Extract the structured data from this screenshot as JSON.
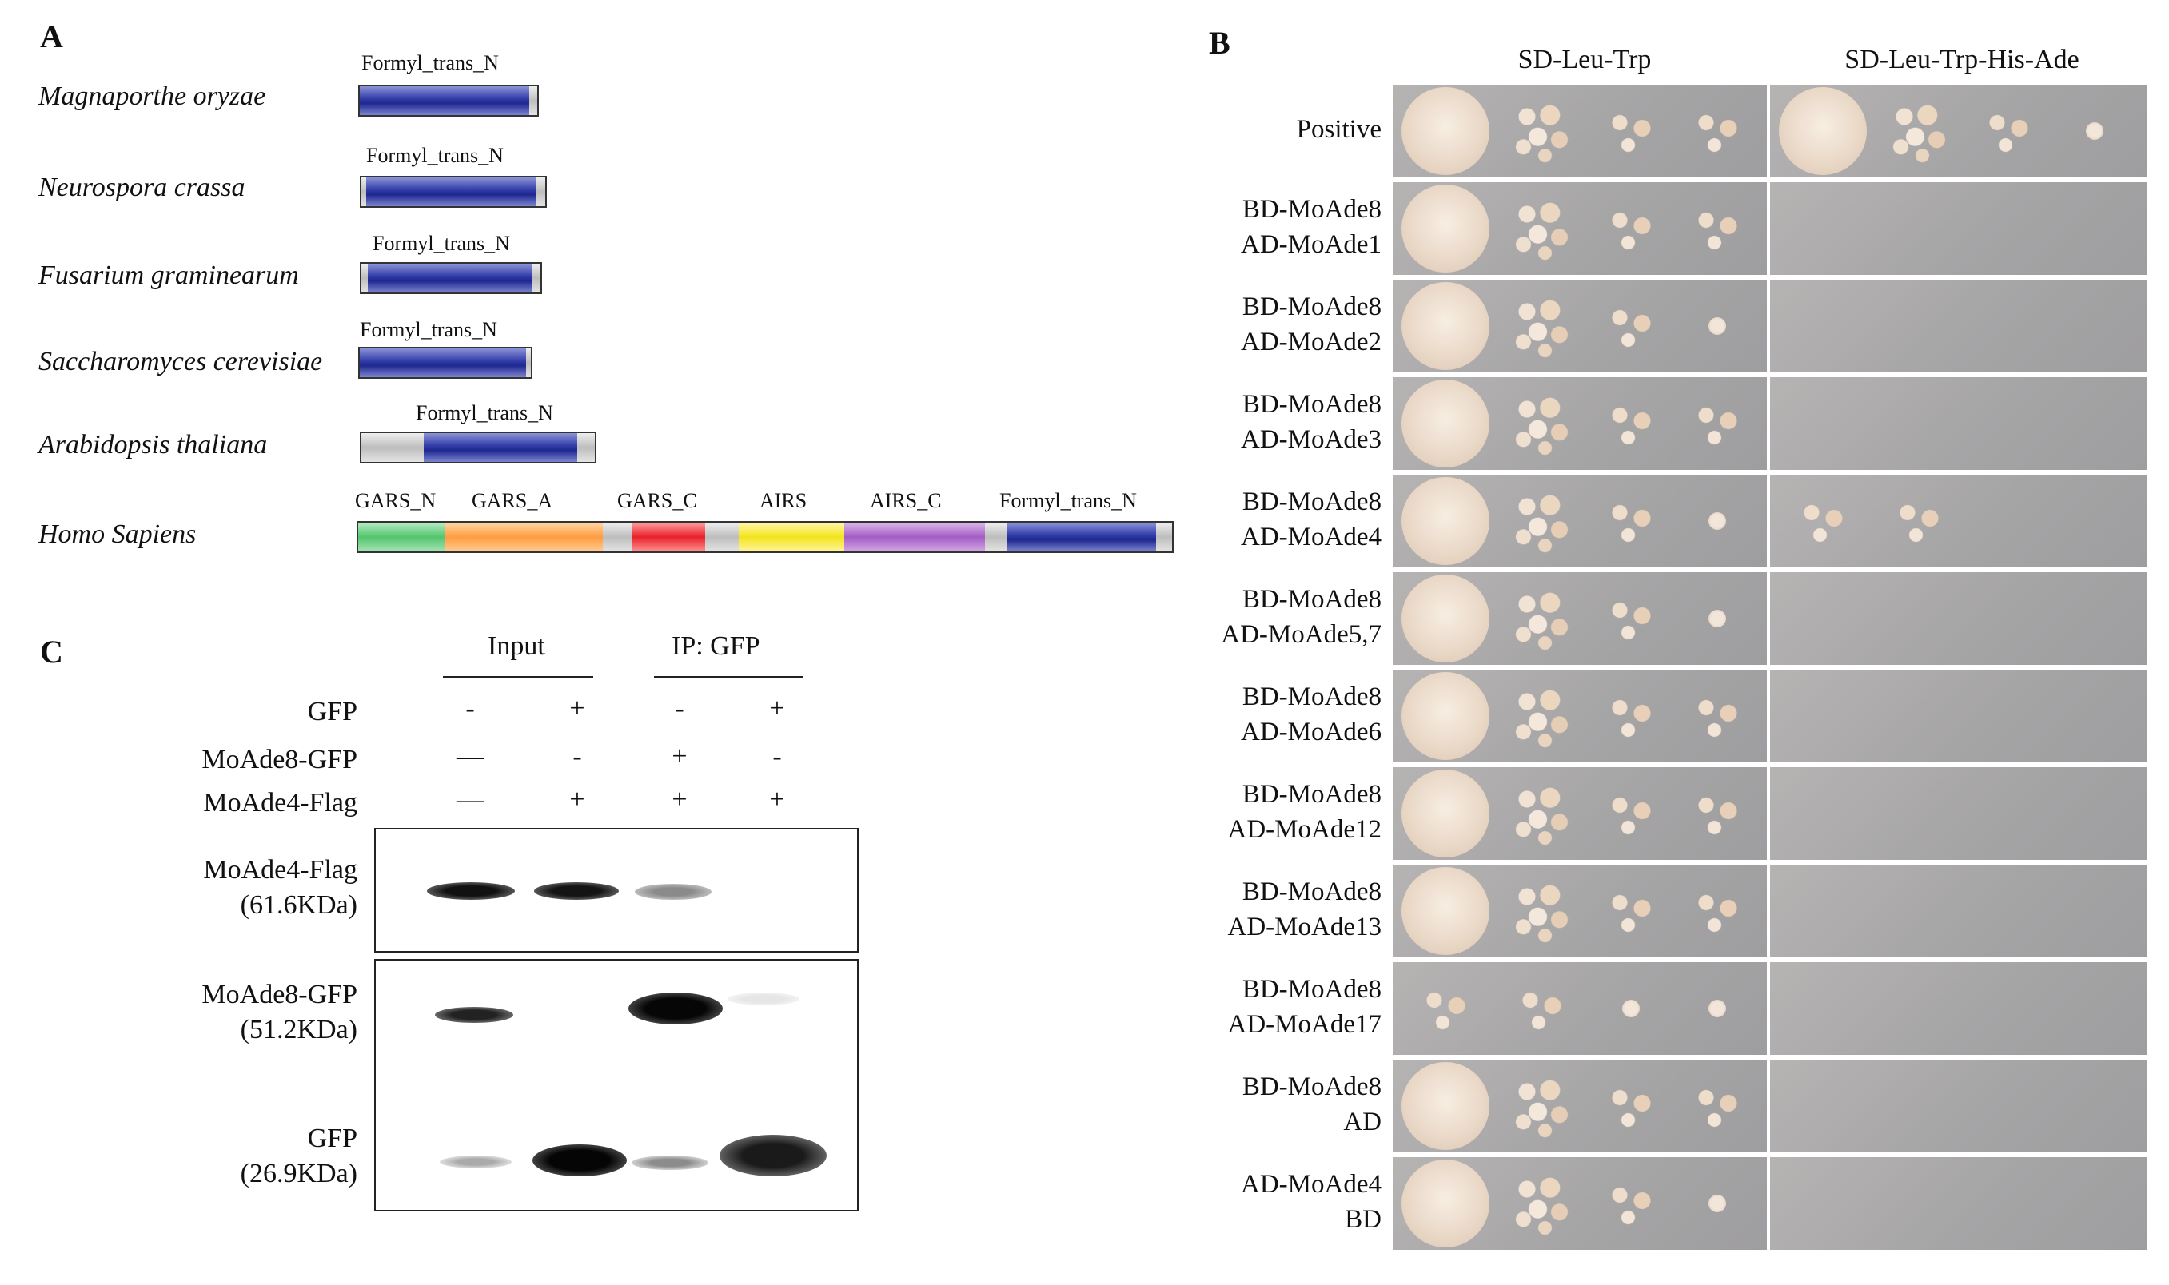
{
  "panel_a": {
    "letter": "A",
    "species": [
      {
        "name": "Magnaporthe oryzae",
        "domain": "Formyl_trans_N"
      },
      {
        "name": "Neurospora crassa",
        "domain": "Formyl_trans_N"
      },
      {
        "name": "Fusarium graminearum",
        "domain": "Formyl_trans_N"
      },
      {
        "name": "Saccharomyces cerevisiae",
        "domain": "Formyl_trans_N"
      },
      {
        "name": "Arabidopsis thaliana",
        "domain": "Formyl_trans_N"
      },
      {
        "name": "Homo Sapiens",
        "domains": [
          "GARS_N",
          "GARS_A",
          "GARS_C",
          "AIRS",
          "AIRS_C",
          "Formyl_trans_N"
        ]
      }
    ],
    "colors": {
      "Formyl_trans_N": "#2f3aa6",
      "GARS_N": "#52c46d",
      "GARS_A": "#ff9c3f",
      "GARS_C": "#e8202a",
      "AIRS": "#f3e41d",
      "AIRS_C": "#a35cc4",
      "linker": "#bdbdbd"
    }
  },
  "panel_b": {
    "letter": "B",
    "media": [
      "SD-Leu-Trp",
      "SD-Leu-Trp-His-Ade"
    ],
    "rows": [
      {
        "line1": "Positive",
        "line2": ""
      },
      {
        "line1": "BD-MoAde8",
        "line2": "AD-MoAde1"
      },
      {
        "line1": "BD-MoAde8",
        "line2": "AD-MoAde2"
      },
      {
        "line1": "BD-MoAde8",
        "line2": "AD-MoAde3"
      },
      {
        "line1": "BD-MoAde8",
        "line2": "AD-MoAde4"
      },
      {
        "line1": "BD-MoAde8",
        "line2": "AD-MoAde5,7"
      },
      {
        "line1": "BD-MoAde8",
        "line2": "AD-MoAde6"
      },
      {
        "line1": "BD-MoAde8",
        "line2": "AD-MoAde12"
      },
      {
        "line1": "BD-MoAde8",
        "line2": "AD-MoAde13"
      },
      {
        "line1": "BD-MoAde8",
        "line2": "AD-MoAde17"
      },
      {
        "line1": "BD-MoAde8",
        "line2": "AD"
      },
      {
        "line1": "AD-MoAde4",
        "line2": "BD"
      }
    ]
  },
  "panel_c": {
    "letter": "C",
    "groups": [
      "Input",
      "IP: GFP"
    ],
    "conditions": [
      {
        "label": "GFP",
        "signs": [
          "-",
          "+",
          "-",
          "+"
        ]
      },
      {
        "label": "MoAde8-GFP",
        "signs": [
          "—",
          "-",
          "+",
          "-"
        ]
      },
      {
        "label": "MoAde4-Flag",
        "signs": [
          "—",
          "+",
          "+",
          "+"
        ]
      }
    ],
    "blots": [
      {
        "name": "MoAde4-Flag",
        "size": "(61.6KDa)"
      },
      {
        "name": "MoAde8-GFP",
        "size": "(51.2KDa)"
      },
      {
        "name": "GFP",
        "size": "(26.9KDa)"
      }
    ]
  }
}
